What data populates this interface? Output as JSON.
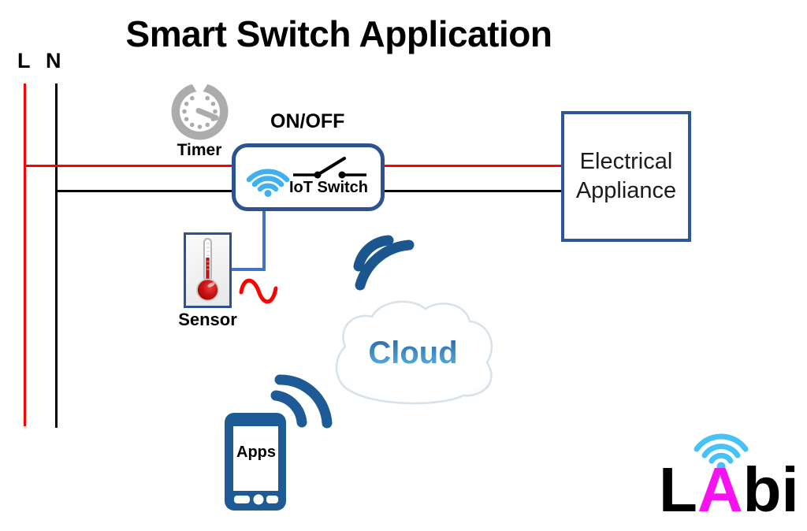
{
  "title": "Smart Switch Application",
  "wires": {
    "live_label": "L",
    "neutral_label": "N",
    "live_color": "#FF0000",
    "neutral_color": "#000000"
  },
  "timer": {
    "label": "Timer",
    "icon": "timer-clock-icon",
    "color": "#ACACAC"
  },
  "iot_switch": {
    "state_label": "ON/OFF",
    "label": "IoT Switch",
    "border_color": "#2E5291",
    "wifi_icon": "wifi-icon",
    "wifi_color": "#3FB0F0",
    "switch_icon": "open-switch-contact-icon"
  },
  "appliance": {
    "label_line1": "Electrical",
    "label_line2": "Appliance",
    "border_color": "#2E5597"
  },
  "sensor": {
    "label": "Sensor",
    "icon": "thermometer-icon",
    "connector_color": "#4472C4",
    "signal_icon": "sine-wave-icon",
    "signal_color": "#FF0000"
  },
  "cloud": {
    "label": "Cloud",
    "wifi_icon": "wifi-signal-arcs-icon",
    "arc_color": "#1B568F",
    "text_gradient_top": "#2563A8",
    "text_gradient_bottom": "#5FB6E2"
  },
  "apps": {
    "label": "Apps",
    "icon": "smartphone-icon",
    "phone_color": "#1D5A96",
    "wifi_icon": "wifi-signal-arcs-icon"
  },
  "brand": {
    "prefix": "L",
    "accent_letter": "A",
    "suffix": "bi",
    "accent_color": "#F713F1",
    "text_color": "#000000",
    "wifi_icon": "wifi-icon",
    "wifi_color": "#45C2F6"
  }
}
